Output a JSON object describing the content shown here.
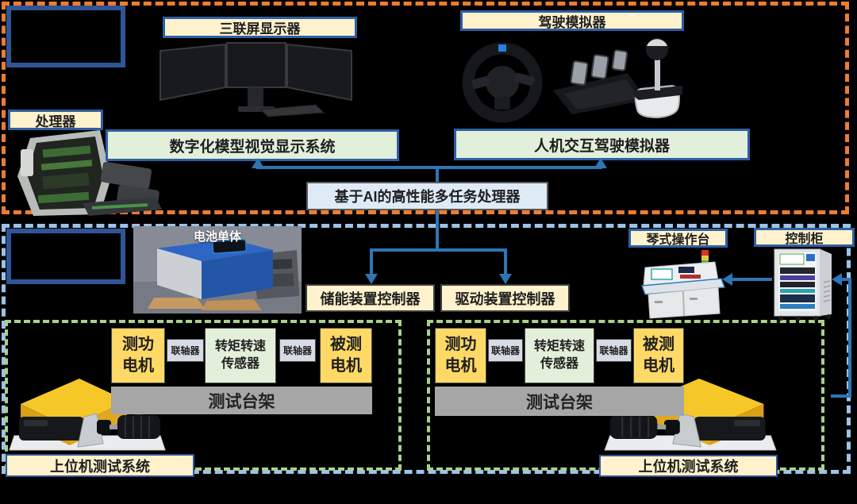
{
  "top": {
    "triple_display": "三联屏显示器",
    "driving_simulator": "驾驶模拟器",
    "processor": "处理器",
    "visual_system": "数字化模型视觉显示系统",
    "hmi_simulator": "人机交互驾驶模拟器",
    "ai_processor": "基于AI的高性能多任务处理器"
  },
  "bottom": {
    "battery_cell": "电池单体",
    "console": "琴式操作台",
    "cabinet": "控制柜",
    "storage_controller": "储能装置控制器",
    "drive_controller": "驱动装置控制器"
  },
  "bench_left": {
    "dyno_line1": "测功",
    "dyno_line2": "电机",
    "coupling_a": "联轴器",
    "sensor_line1": "转矩转速",
    "sensor_line2": "传感器",
    "coupling_b": "联轴器",
    "dut_line1": "被测",
    "dut_line2": "电机",
    "bench": "测试台架",
    "host": "上位机测试系统"
  },
  "bench_right": {
    "dyno_line1": "测功",
    "dyno_line2": "电机",
    "coupling_a": "联轴器",
    "sensor_line1": "转矩转速",
    "sensor_line2": "传感器",
    "coupling_b": "联轴器",
    "dut_line1": "被测",
    "dut_line2": "电机",
    "bench": "测试台架",
    "host": "上位机测试系统"
  },
  "colors": {
    "top_frame_orange": "#ED7D31",
    "bottom_frame_blue": "#9DC3E6",
    "bench_frame_green": "#A9D18E",
    "arrow_blue": "#2E75B6",
    "label_cream": "#FFF2CC",
    "system_green": "#E2EFDA",
    "ai_blue": "#DEEBF7",
    "motor_yellow": "#FFD966",
    "coupling_gray": "#D6DCE4",
    "bench_gray": "#A6A6A6",
    "navy_border": "#2F5597"
  }
}
